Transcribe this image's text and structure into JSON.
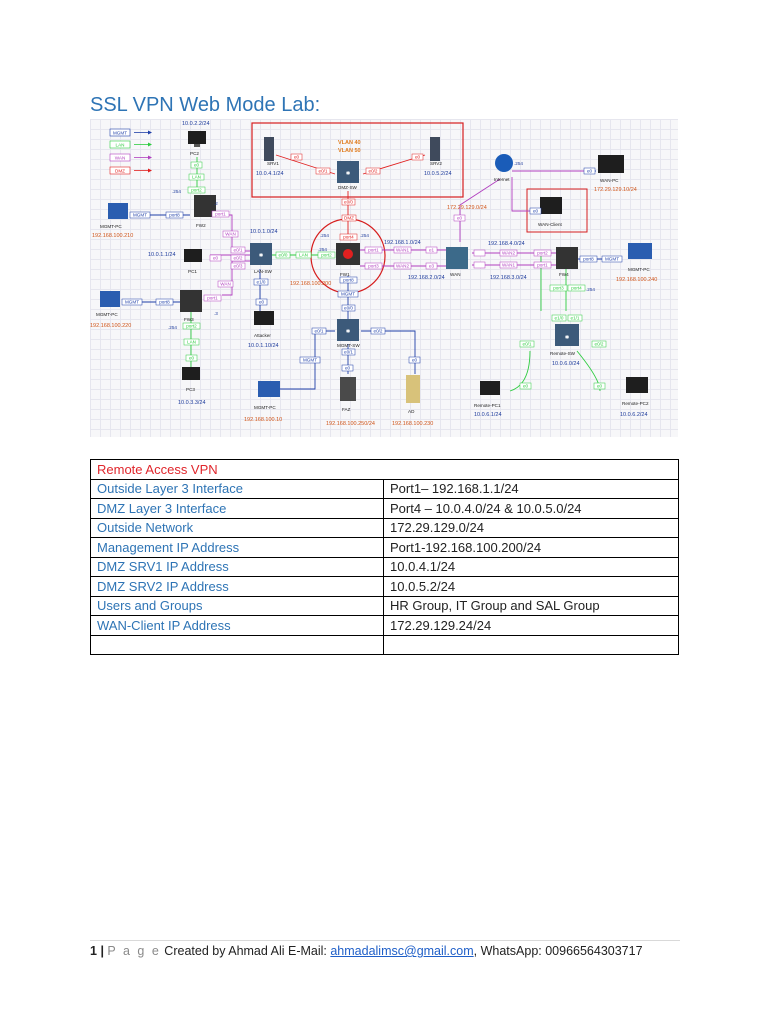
{
  "title": "SSL VPN Web Mode Lab:",
  "diagram": {
    "legend": [
      {
        "label": "MGMT",
        "color": "#1f3fa8"
      },
      {
        "label": "LAN",
        "color": "#2ecc40"
      },
      {
        "label": "WAN",
        "color": "#b13fbf"
      },
      {
        "label": "DMZ",
        "color": "#e02020"
      }
    ],
    "vlans": [
      "VLAN 40",
      "VLAN 50"
    ],
    "nodes": {
      "pc2": "PC2",
      "pc2_ip": "10.0.2.2/24",
      "srv1": "SRV1",
      "srv1_ip": "10.0.4.1/24",
      "srv2": "SRV2",
      "srv2_ip": "10.0.5.2/24",
      "dmzsw": "DMZ-SW",
      "internet": "Internet",
      "internet_ip": ".254",
      "wanpc": "WAN-PC",
      "wanpc_ip": "172.29.129.10/24",
      "wanclient": "WAN-Client",
      "fw2": "FW2",
      "fw2_mgmt": "MGMT-PC",
      "fw2_mgmt_ip": "192.168.100.210",
      "pc1": "PC1",
      "pc1_ip": "10.0.1.1/24",
      "lansw": "LAN-SW",
      "fw1": "FW1",
      "fw1_ip": "192.168.100.200",
      "wan": "WAN",
      "fw4": "FW4",
      "mgmtpc_r": "MGMT-PC",
      "mgmtpc_r_ip": "192.168.100.240",
      "fw3": "FW3",
      "fw3_mgmt": "MGMT-PC",
      "fw3_mgmt_ip": "192.168.100.220",
      "attacker": "Attacker",
      "attacker_ip": "10.0.1.10/24",
      "mgmtsw": "MGMT-SW",
      "remotesw": "Remote-SW",
      "remotesw_ip": "10.0.6.0/24",
      "pc3": "PC3",
      "pc3_ip": "10.0.3.3/24",
      "mgmtpc_b": "MGMT-PC",
      "mgmtpc_b_ip": "192.168.100.10",
      "faz": "FAZ",
      "faz_ip": "192.168.100.250/24",
      "ad": "AD",
      "ad_ip": "192.168.100.230",
      "rpc1": "Remote-PC1",
      "rpc1_ip": "10.0.6.1/24",
      "rpc2": "Remote-PC2",
      "rpc2_ip": "10.0.6.2/24"
    },
    "subnets": {
      "lan": "10.0.1.0/24",
      "outside": "172.29.129.0/24",
      "n1": "192.168.1.0/24",
      "n2": "192.168.2.0/24",
      "n4": "192.168.4.0/24",
      "n3": "192.168.3.0/24"
    },
    "ports": {
      "e0": "e0",
      "e0_0": "e0/0",
      "e0_1": "e0/1",
      "e0_2": "e0/2",
      "e0_3": "e0/3",
      "e1": "e1",
      "e1_0": "e1/0",
      "e1_1": "e1/1",
      "e2": "e2",
      "e3": "e3",
      "port1": "port1",
      "port2": "port2",
      "port3": "port3",
      "port4": "port4",
      "port8": "port8",
      "lan": "LAN",
      "wan": "WAN",
      "wan1": "WAN1",
      "wan2": "WAN2",
      "dmz": "DMZ",
      "mgmt": "MGMT",
      "d254": ".254",
      "d2": ".2",
      "d3": ".3"
    }
  },
  "table": {
    "header": "Remote Access VPN",
    "rows": [
      {
        "k": "Outside Layer 3 Interface",
        "v": "Port1– 192.168.1.1/24"
      },
      {
        "k": "DMZ Layer 3 Interface",
        "v": "Port4 – 10.0.4.0/24 & 10.0.5.0/24"
      },
      {
        "k": "Outside Network",
        "v": "172.29.129.0/24"
      },
      {
        "k": "Management IP Address",
        "v": "Port1-192.168.100.200/24"
      },
      {
        "k": "DMZ SRV1 IP Address",
        "v": "10.0.4.1/24"
      },
      {
        "k": "DMZ SRV2 IP Address",
        "v": "10.0.5.2/24"
      },
      {
        "k": "Users and Groups",
        "v": "HR Group, IT Group and SAL Group"
      },
      {
        "k": "WAN-Client IP Address",
        "v": "172.29.129.24/24"
      },
      {
        "k": "",
        "v": ""
      }
    ]
  },
  "footer": {
    "page_number": "1",
    "separator": "|",
    "page_word": "P a g e",
    "created_by": "Created by Ahmad Ali E-Mail:",
    "email": "ahmadalimsc@gmail.com",
    "whatsapp": ", WhatsApp: 00966564303717"
  }
}
